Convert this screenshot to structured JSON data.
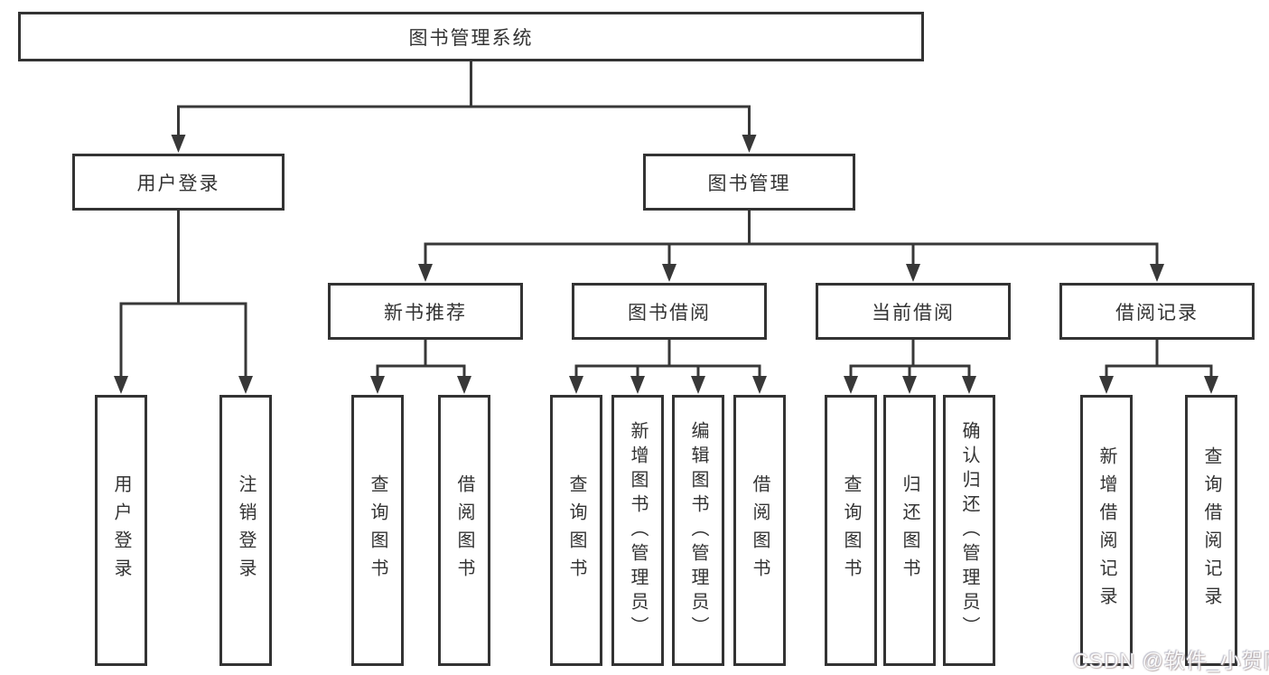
{
  "colors": {
    "line": "#383838",
    "box_border": "#333333",
    "text": "#333333",
    "background": "#ffffff"
  },
  "root": {
    "label": "图书管理系统"
  },
  "branches": [
    {
      "label": "用户登录"
    },
    {
      "label": "图书管理"
    }
  ],
  "sections": [
    {
      "label": "新书推荐"
    },
    {
      "label": "图书借阅"
    },
    {
      "label": "当前借阅"
    },
    {
      "label": "借阅记录"
    }
  ],
  "leaves": [
    {
      "label": "用户登录"
    },
    {
      "label": "注销登录"
    },
    {
      "label": "查询图书"
    },
    {
      "label": "借阅图书"
    },
    {
      "label": "查询图书"
    },
    {
      "label": "新增图书（管理员）"
    },
    {
      "label": "编辑图书（管理员）"
    },
    {
      "label": "借阅图书"
    },
    {
      "label": "查询图书"
    },
    {
      "label": "归还图书"
    },
    {
      "label": "确认归还（管理员）"
    },
    {
      "label": "新增借阅记录"
    },
    {
      "label": "查询借阅记录"
    }
  ],
  "watermark": {
    "text": "CSDN @软件_小贺同学"
  }
}
